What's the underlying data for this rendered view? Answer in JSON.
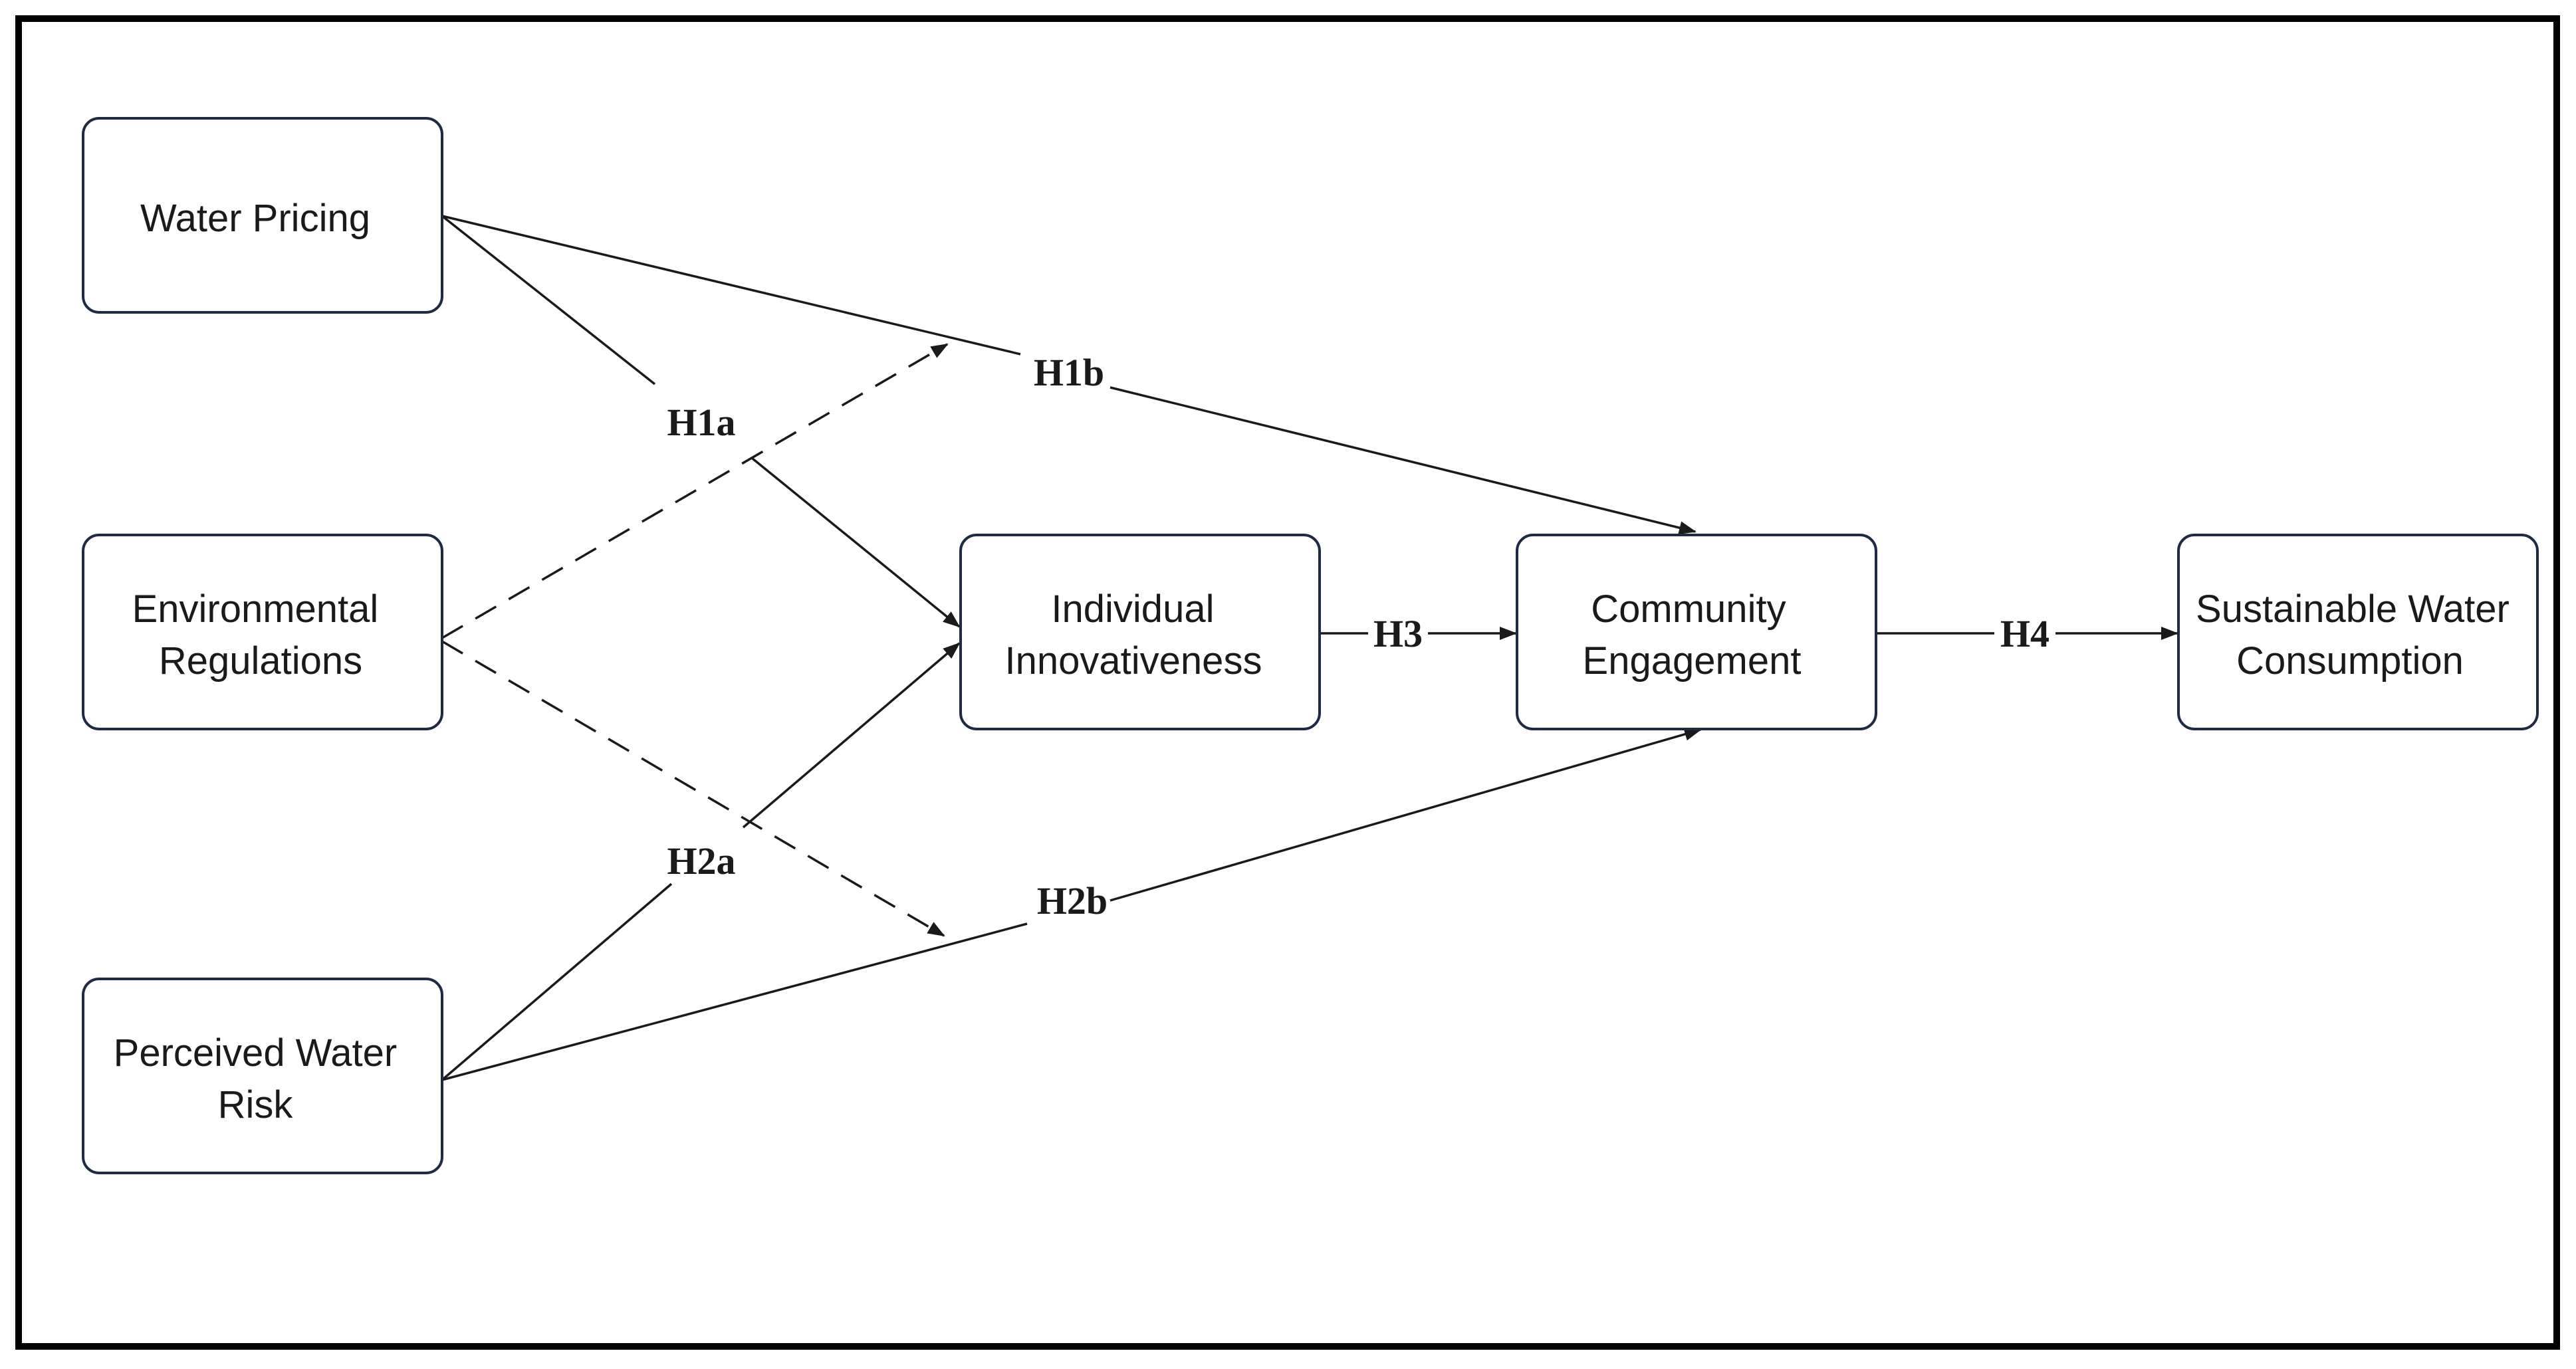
{
  "nodes": {
    "water_pricing": {
      "lines": [
        "Water Pricing"
      ]
    },
    "environmental_regulations": {
      "lines": [
        "Environmental",
        "Regulations"
      ]
    },
    "perceived_water_risk": {
      "lines": [
        "Perceived Water",
        "Risk"
      ]
    },
    "individual_innovativeness": {
      "lines": [
        "Individual",
        "Innovativeness"
      ]
    },
    "community_engagement": {
      "lines": [
        "Community",
        "Engagement"
      ]
    },
    "sustainable_water_consumption": {
      "lines": [
        "Sustainable Water",
        "Consumption"
      ]
    }
  },
  "hypotheses": {
    "h1a": "H1a",
    "h1b": "H1b",
    "h2a": "H2a",
    "h2b": "H2b",
    "h3": "H3",
    "h4": "H4"
  },
  "colors": {
    "node_border": "#1f2a44",
    "line": "#1a1a1a",
    "frame": "#000000"
  }
}
